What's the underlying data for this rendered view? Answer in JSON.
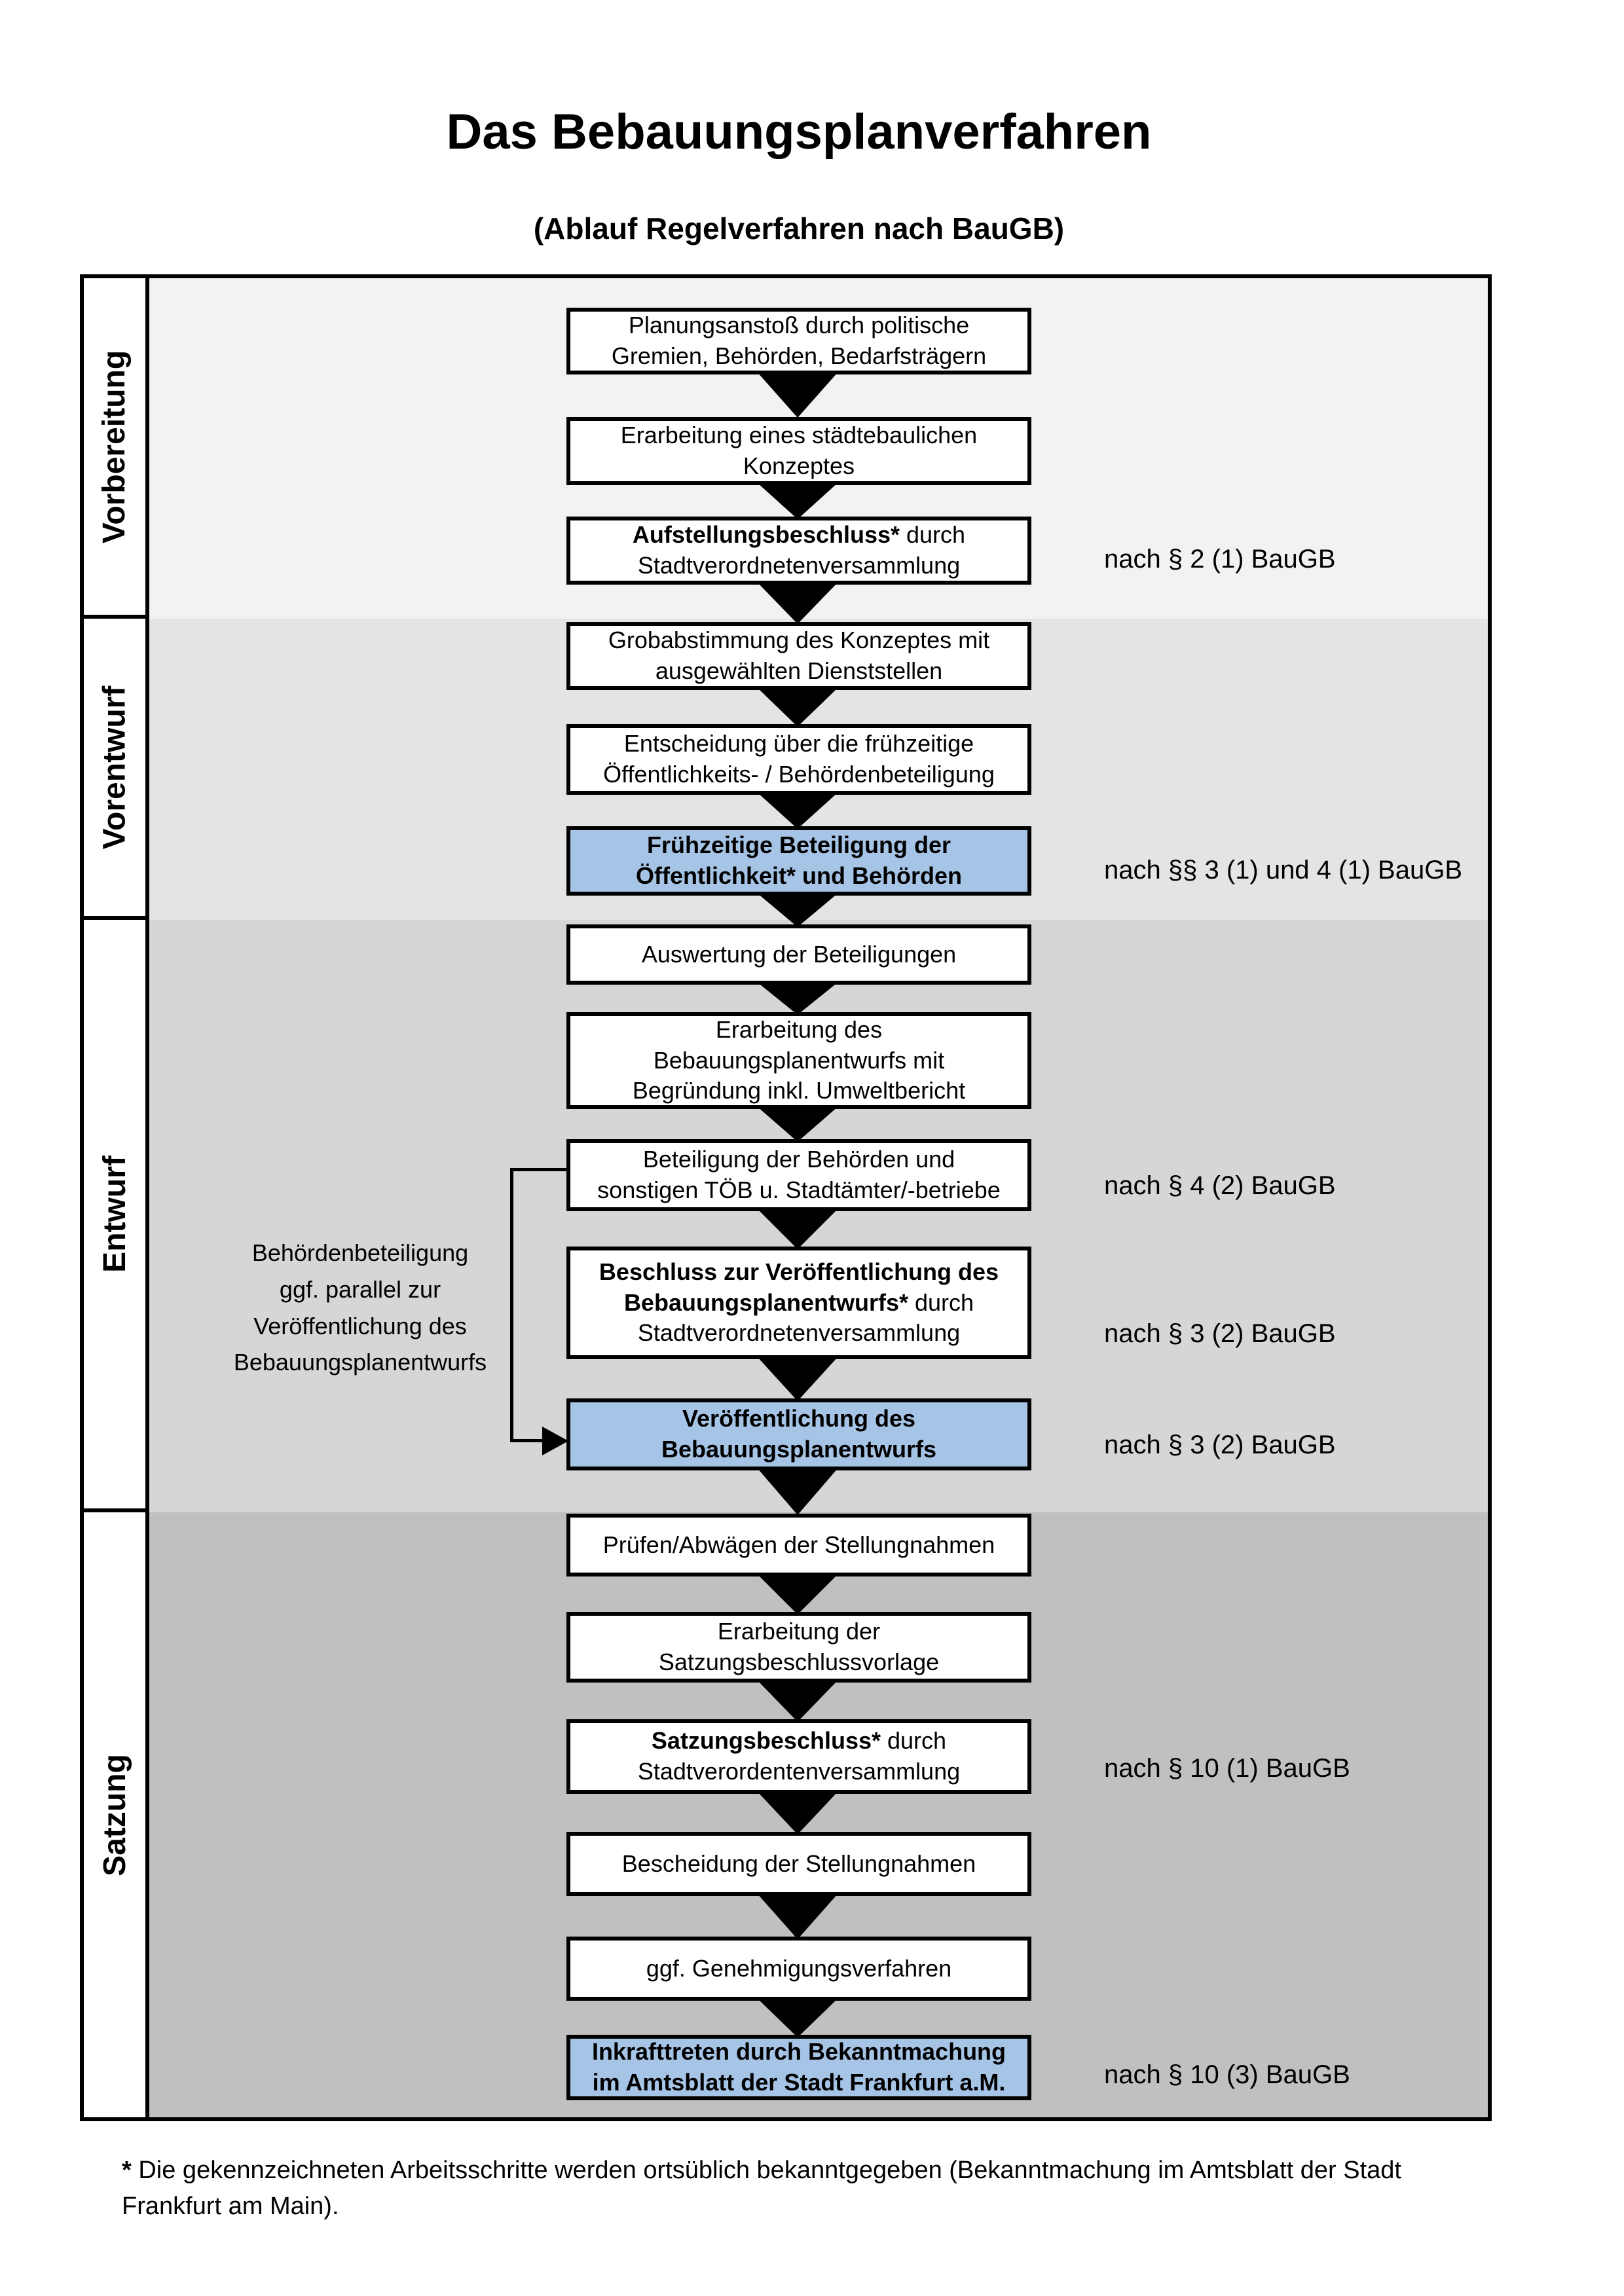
{
  "title": "Das Bebauungsplanverfahren",
  "subtitle": "(Ablauf Regelverfahren nach BauGB)",
  "sidebar": {
    "sections": [
      {
        "label": "Vorbereitung"
      },
      {
        "label": "Vorentwurf"
      },
      {
        "label": "Entwurf"
      },
      {
        "label": "Satzung"
      }
    ]
  },
  "flow": {
    "steps": [
      {
        "bold": "",
        "text": "Planungsanstoß durch politische\nGremien, Behörden, Bedarfsträgern",
        "note": "",
        "highlight": false
      },
      {
        "bold": "",
        "text": "Erarbeitung eines städtebaulichen\nKonzeptes",
        "note": "",
        "highlight": false
      },
      {
        "bold": "Aufstellungsbeschluss*",
        "text": " durch\nStadtverordnetenversammlung",
        "note": "nach § 2 (1) BauGB",
        "highlight": false
      },
      {
        "bold": "",
        "text": "Grobabstimmung des Konzeptes mit\nausgewählten Dienststellen",
        "note": "",
        "highlight": false
      },
      {
        "bold": "",
        "text": "Entscheidung über die frühzeitige\nÖffentlichkeits- / Behördenbeteiligung",
        "note": "",
        "highlight": false
      },
      {
        "bold": "Frühzeitige Beteiligung der\nÖffentlichkeit* und Behörden",
        "text": "",
        "note": "nach §§ 3 (1) und 4 (1) BauGB",
        "highlight": true
      },
      {
        "bold": "",
        "text": "Auswertung der Beteiligungen",
        "note": "",
        "highlight": false
      },
      {
        "bold": "",
        "text": "Erarbeitung des\nBebauungsplanentwurfs mit\nBegründung inkl. Umweltbericht",
        "note": "",
        "highlight": false
      },
      {
        "bold": "",
        "text": "Beteiligung der Behörden und\nsonstigen TÖB u. Stadtämter/-betriebe",
        "note": "nach § 4 (2) BauGB",
        "highlight": false
      },
      {
        "bold": "Beschluss zur Veröffentlichung des\nBebauungsplanentwurfs*",
        "text": " durch\nStadtverordnetenversammlung",
        "note": "nach § 3 (2) BauGB",
        "highlight": false
      },
      {
        "bold": "Veröffentlichung des\nBebauungsplanentwurfs",
        "text": "",
        "note": "nach § 3 (2) BauGB",
        "highlight": true
      },
      {
        "bold": "",
        "text": "Prüfen/Abwägen der Stellungnahmen",
        "note": "",
        "highlight": false
      },
      {
        "bold": "",
        "text": "Erarbeitung der\nSatzungsbeschlussvorlage",
        "note": "",
        "highlight": false
      },
      {
        "bold": "Satzungsbeschluss*",
        "text": " durch\nStadtverordentenversammlung",
        "note": "nach § 10 (1) BauGB",
        "highlight": false
      },
      {
        "bold": "",
        "text": "Bescheidung der Stellungnahmen",
        "note": "",
        "highlight": false
      },
      {
        "bold": "",
        "text": "ggf. Genehmigungsverfahren",
        "note": "",
        "highlight": false
      },
      {
        "bold": "Inkrafttreten",
        "text": " durch Bekanntmachung\nim Amtsblatt der Stadt Frankfurt a.M.",
        "note": "nach § 10 (3) BauGB",
        "highlight": true
      }
    ]
  },
  "side_note": {
    "text": "Behördenbeteiligung\nggf. parallel zur\nVeröffentlichung des\nBebauungsplanentwurfs"
  },
  "footnote": {
    "marker": "*",
    "text": " Die gekennzeichneten Arbeitsschritte werden ortsüblich bekanntgegeben (Bekanntmachung im Amtsblatt  der Stadt\nFrankfurt am Main)."
  },
  "colors": {
    "highlight_box": "#a6c4e6",
    "band_vorbereitung": "#f2f2f2",
    "band_vorentwurf": "#e4e4e4",
    "band_entwurf": "#d6d6d6",
    "band_satzung": "#c0c0c0"
  }
}
